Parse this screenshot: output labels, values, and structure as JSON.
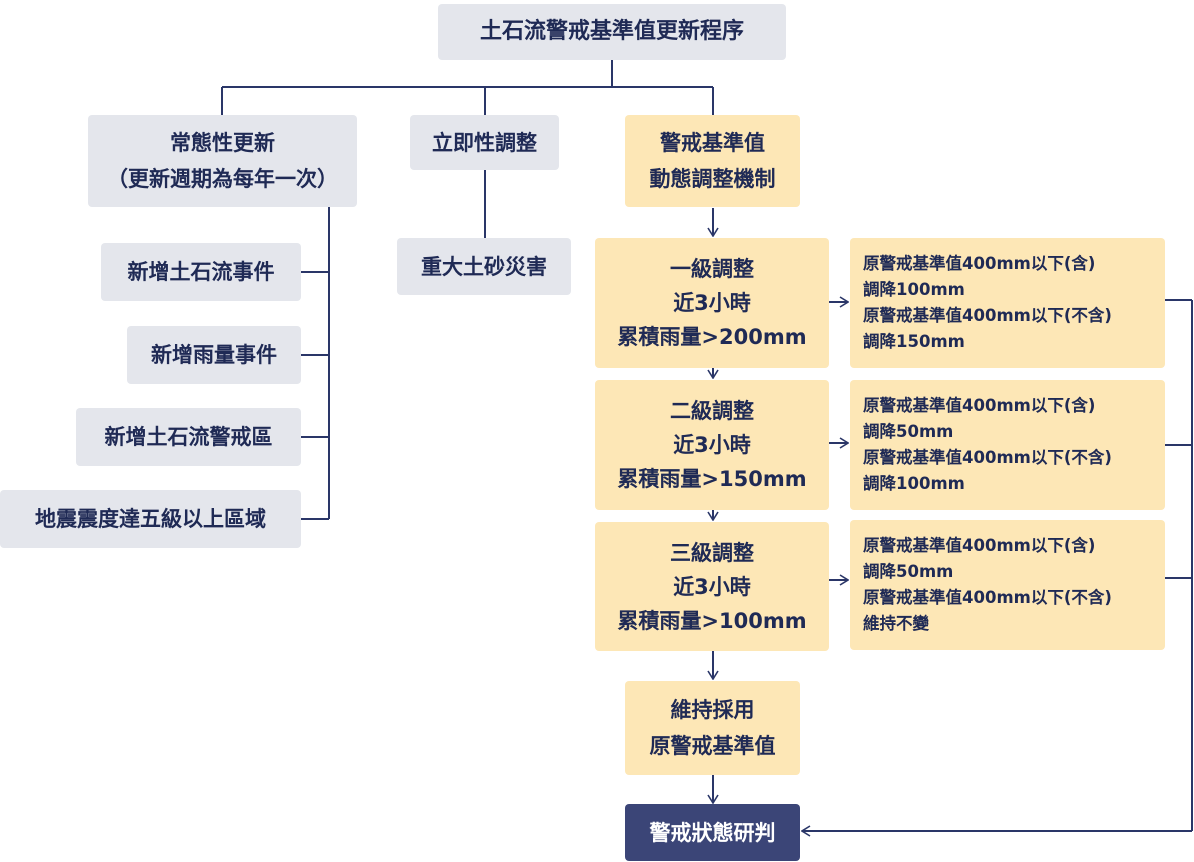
{
  "title": "土石流警戒基準值更新程序",
  "regular": {
    "lines": [
      "常態性更新",
      "（更新週期為每年一次）"
    ],
    "items": [
      "新增土石流事件",
      "新增雨量事件",
      "新增土石流警戒區",
      "地震震度達五級以上區域"
    ]
  },
  "immediate": {
    "label": "立即性調整",
    "item": "重大土砂災害"
  },
  "dynamic": {
    "lines": [
      "警戒基準值",
      "動態調整機制"
    ],
    "levels": [
      {
        "lines": [
          "一級調整",
          "近3小時",
          "累積雨量>200mm"
        ],
        "note": [
          "原警戒基準值400mm以下(含)",
          "調降100mm",
          "原警戒基準值400mm以下(不含)",
          "調降150mm"
        ]
      },
      {
        "lines": [
          "二級調整",
          "近3小時",
          "累積雨量>150mm"
        ],
        "note": [
          "原警戒基準值400mm以下(含)",
          "調降50mm",
          "原警戒基準值400mm以下(不含)",
          "調降100mm"
        ]
      },
      {
        "lines": [
          "三級調整",
          "近3小時",
          "累積雨量>100mm"
        ],
        "note": [
          "原警戒基準值400mm以下(含)",
          "調降50mm",
          "原警戒基準值400mm以下(不含)",
          "維持不變"
        ]
      }
    ],
    "maintain": [
      "維持採用",
      "原警戒基準值"
    ]
  },
  "result": "警戒狀態研判",
  "colors": {
    "gray_box": "#e4e6ec",
    "yellow_box": "#fde7b6",
    "dark_box": "#3b4577",
    "text": "#1f2a55",
    "line": "#2a3668"
  }
}
